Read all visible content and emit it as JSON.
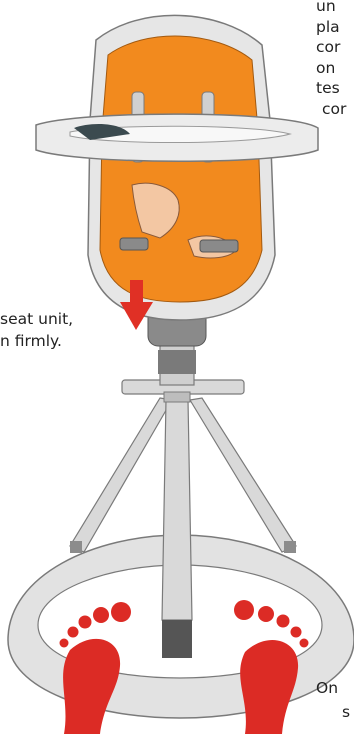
{
  "colors": {
    "seat_orange": "#f28a1e",
    "shell_grey": "#e6e6e6",
    "frame_grey": "#d4d4d4",
    "outline": "#7a7a7a",
    "arrow_red": "#e03025",
    "foot_red": "#dc2b25",
    "dark_grey": "#595959"
  },
  "text_right": {
    "lines": [
      "un",
      "pla",
      "cor",
      "on",
      "tes",
      "cor"
    ]
  },
  "text_left": {
    "line1": "seat unit,",
    "line2": "n firmly."
  },
  "text_bottom": {
    "line1": "On",
    "line2": "s"
  },
  "icons": {
    "down_arrow": "red-down-arrow",
    "feet": "red-footprints"
  }
}
